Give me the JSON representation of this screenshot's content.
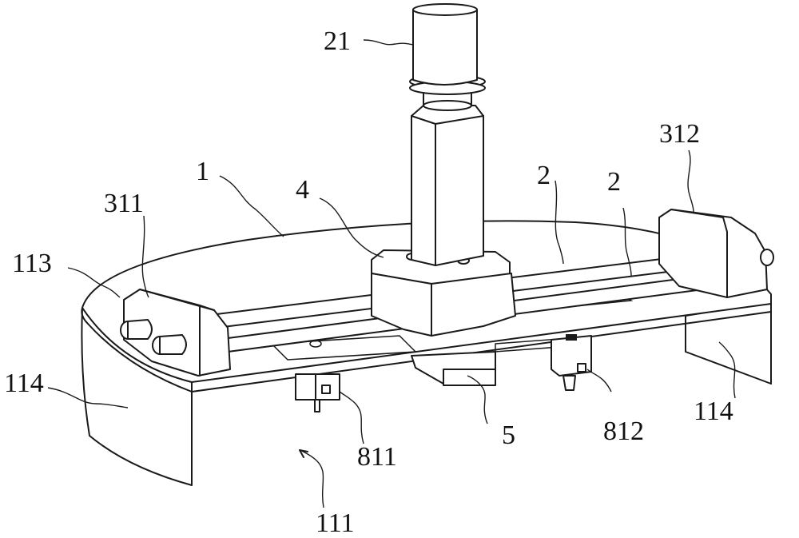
{
  "labels": {
    "l21": "21",
    "l312": "312",
    "l1": "1",
    "l4": "4",
    "l2a": "2",
    "l2b": "2",
    "l311": "311",
    "l113": "113",
    "l114_left": "114",
    "l114_right": "114",
    "l5": "5",
    "l812": "812",
    "l811": "811",
    "l111": "111"
  }
}
